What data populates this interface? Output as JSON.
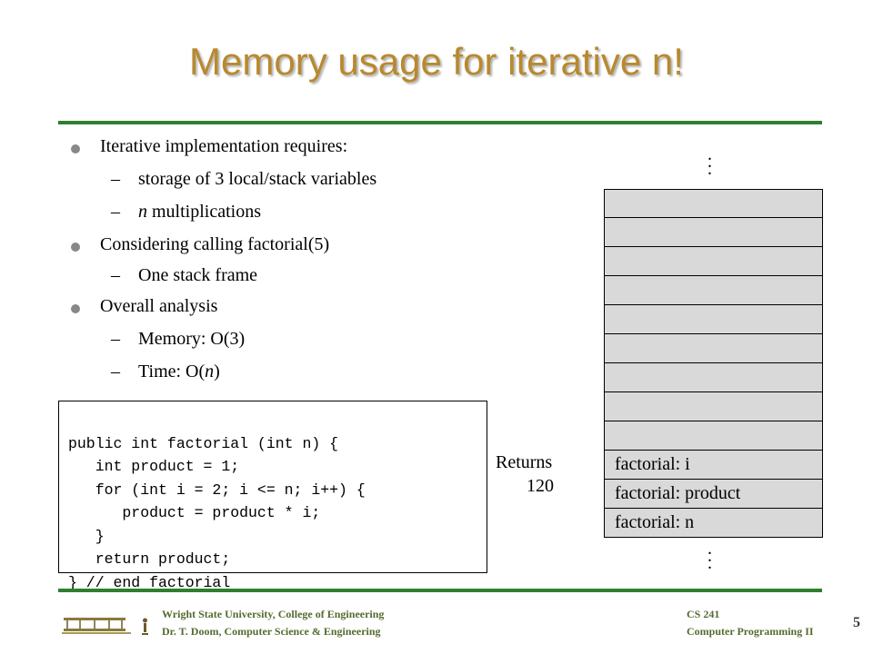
{
  "slide": {
    "title": "Memory usage for iterative n!",
    "bullets": [
      {
        "level": 1,
        "text": "Iterative implementation requires:"
      },
      {
        "level": 2,
        "dash": "–",
        "text": " storage of 3 local/stack variables"
      },
      {
        "level": 2,
        "dash": "–",
        "text": "n multiplications",
        "italic_prefix": "n"
      },
      {
        "level": 1,
        "text": "Considering calling factorial(5)"
      },
      {
        "level": 2,
        "dash": "–",
        "text": "One stack frame"
      },
      {
        "level": 1,
        "text": "Overall analysis"
      },
      {
        "level": 2,
        "dash": "–",
        "text": "Memory: O(3)"
      },
      {
        "level": 2,
        "dash": "–",
        "text": "Time: O(n)"
      }
    ],
    "code_lines": [
      "public int factorial (int n) {",
      "   int product = 1;",
      "   for (int i = 2; i <= n; i++) {",
      "      product = product * i;",
      "   }",
      "   return product;",
      "} // end factorial"
    ],
    "returns_label": "Returns",
    "returns_value": "120",
    "stack_cells": [
      "",
      "",
      "",
      "",
      "",
      "",
      "",
      "",
      "",
      "factorial: i",
      "factorial: product",
      "factorial: n"
    ],
    "colors": {
      "title": "#b8892e",
      "rule": "#2f7f2f",
      "cell": "#d9d9d9",
      "footer": "#556b2f"
    }
  },
  "footer": {
    "left_line1": "Wright State University, College of Engineering",
    "left_line2": "Dr. T. Doom, Computer Science & Engineering",
    "right_line1": "CS 241",
    "right_line2": "Computer Programming II",
    "page_number": "5"
  },
  "logo_icon": "wright-flyer-logo-icon"
}
